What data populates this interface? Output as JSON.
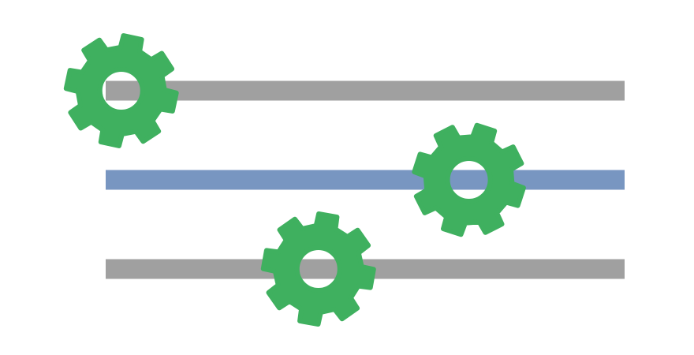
{
  "colors": {
    "background": "#ffffff",
    "gear": "#3fb05f",
    "track_inactive": "#a0a0a0",
    "track_active": "#7896c1"
  },
  "sliders": [
    {
      "name": "slider-top",
      "value": 0.03,
      "active": false
    },
    {
      "name": "slider-middle",
      "value": 0.7,
      "active": true
    },
    {
      "name": "slider-bottom",
      "value": 0.41,
      "active": false
    }
  ]
}
